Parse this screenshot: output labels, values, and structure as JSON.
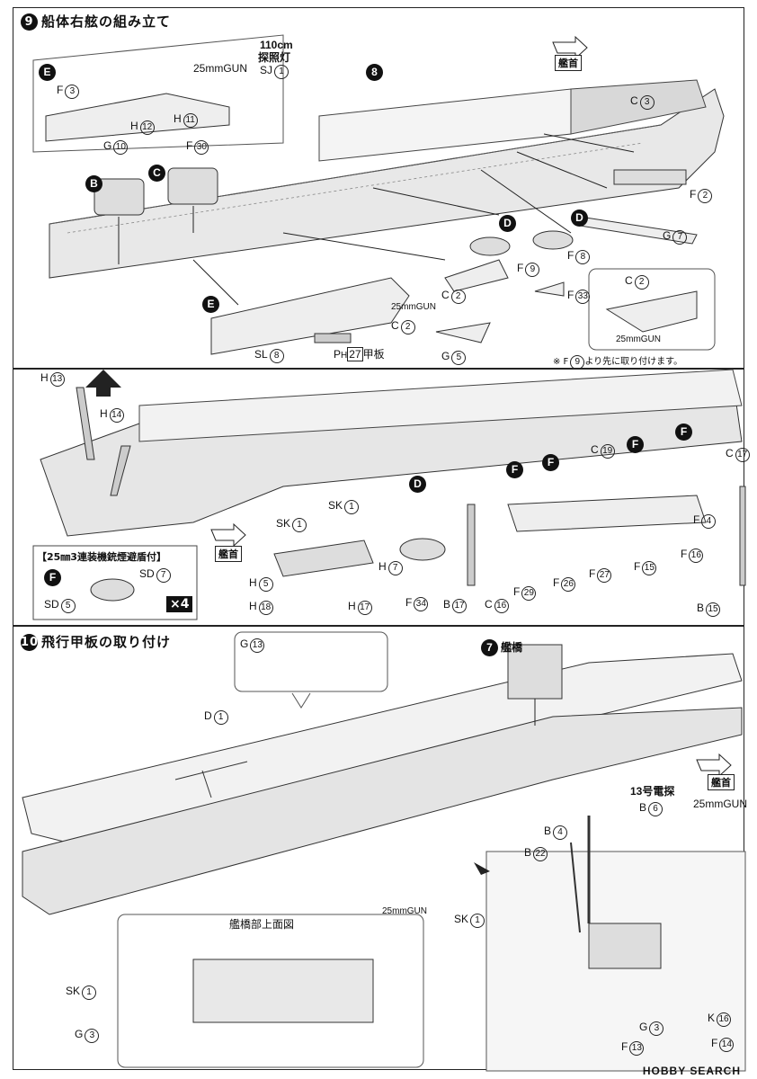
{
  "step9": {
    "number": "9",
    "title": "船体右舷の組み立て",
    "bow_label": "艦首",
    "searchlight_size": "110cm",
    "searchlight_label": "探照灯",
    "gun_label": "25mmGUN",
    "ph_label": "P",
    "ph_sub": "H",
    "ph_num": "27",
    "ph_suffix": "甲板",
    "note_pre": "※ F",
    "note_num": "9",
    "note_post": "より先に取り付けます。",
    "badges": {
      "e": "E",
      "b": "B",
      "c": "C",
      "d": "D",
      "f": "F",
      "eight": "8"
    },
    "parts": {
      "f3": {
        "code": "F",
        "num": "3"
      },
      "sj1": {
        "code": "SJ",
        "num": "1"
      },
      "h12": {
        "code": "H",
        "num": "12"
      },
      "h11": {
        "code": "H",
        "num": "11"
      },
      "g10": {
        "code": "G",
        "num": "10"
      },
      "f30": {
        "code": "F",
        "num": "30"
      },
      "c3": {
        "code": "C",
        "num": "3"
      },
      "f2": {
        "code": "F",
        "num": "2"
      },
      "g7": {
        "code": "G",
        "num": "7"
      },
      "f8": {
        "code": "F",
        "num": "8"
      },
      "f9": {
        "code": "F",
        "num": "9"
      },
      "f33": {
        "code": "F",
        "num": "33"
      },
      "c2a": {
        "code": "C",
        "num": "2"
      },
      "c2b": {
        "code": "C",
        "num": "2"
      },
      "c2c": {
        "code": "C",
        "num": "2"
      },
      "g5": {
        "code": "G",
        "num": "5"
      },
      "sl8": {
        "code": "SL",
        "num": "8"
      }
    }
  },
  "step9b": {
    "bow_label": "艦首",
    "callout_title": "【25㎜3連装機銃煙避盾付】",
    "times": "×4",
    "parts": {
      "h13": {
        "code": "H",
        "num": "13"
      },
      "h14": {
        "code": "H",
        "num": "14"
      },
      "sk1a": {
        "code": "SK",
        "num": "1"
      },
      "sk1b": {
        "code": "SK",
        "num": "1"
      },
      "h5": {
        "code": "H",
        "num": "5"
      },
      "h7": {
        "code": "H",
        "num": "7"
      },
      "h18": {
        "code": "H",
        "num": "18"
      },
      "h17": {
        "code": "H",
        "num": "17"
      },
      "f34": {
        "code": "F",
        "num": "34"
      },
      "b17": {
        "code": "B",
        "num": "17"
      },
      "c16": {
        "code": "C",
        "num": "16"
      },
      "c19": {
        "code": "C",
        "num": "19"
      },
      "c17": {
        "code": "C",
        "num": "17"
      },
      "f4": {
        "code": "F",
        "num": "4"
      },
      "f16": {
        "code": "F",
        "num": "16"
      },
      "f15": {
        "code": "F",
        "num": "15"
      },
      "f27": {
        "code": "F",
        "num": "27"
      },
      "f26": {
        "code": "F",
        "num": "26"
      },
      "f29": {
        "code": "F",
        "num": "29"
      },
      "b15": {
        "code": "B",
        "num": "15"
      },
      "sd7": {
        "code": "SD",
        "num": "7"
      },
      "sd5": {
        "code": "SD",
        "num": "5"
      }
    }
  },
  "step10": {
    "number": "10",
    "title": "飛行甲板の取り付け",
    "bridge_label": "艦橋",
    "radar_label": "13号電探",
    "gun_label": "25mmGUN",
    "gun_label2": "25mmGUN",
    "bow_label": "艦首",
    "top_view_title": "艦橋部上面図",
    "badge_seven": "7",
    "parts": {
      "g13": {
        "code": "G",
        "num": "13"
      },
      "d1": {
        "code": "D",
        "num": "1"
      },
      "b6": {
        "code": "B",
        "num": "6"
      },
      "b4": {
        "code": "B",
        "num": "4"
      },
      "b22": {
        "code": "B",
        "num": "22"
      },
      "sk1": {
        "code": "SK",
        "num": "1"
      },
      "g3": {
        "code": "G",
        "num": "3"
      },
      "k16": {
        "code": "K",
        "num": "16"
      },
      "f13": {
        "code": "F",
        "num": "13"
      },
      "f14": {
        "code": "F",
        "num": "14"
      },
      "sk1t": {
        "code": "SK",
        "num": "1"
      },
      "g3t": {
        "code": "G",
        "num": "3"
      }
    }
  },
  "footer": "HOBBY SEARCH"
}
